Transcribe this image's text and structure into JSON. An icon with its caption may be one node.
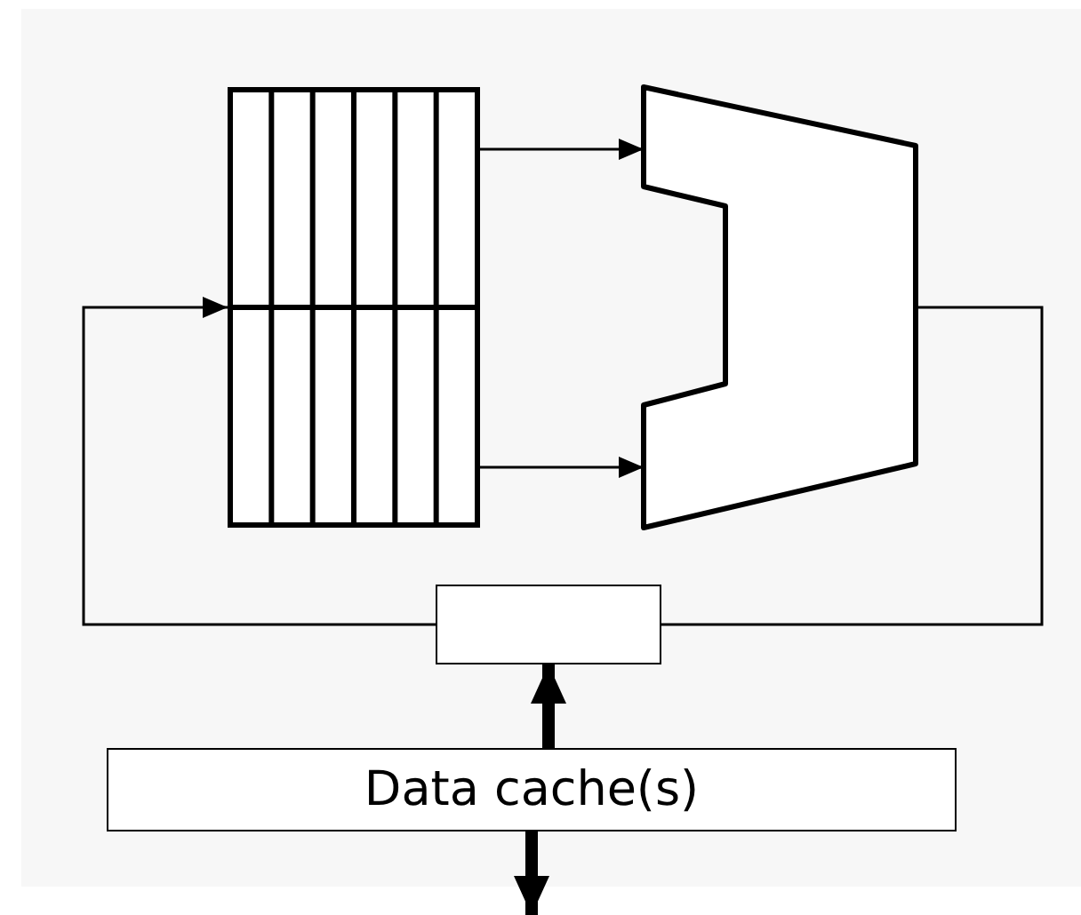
{
  "diagram": {
    "nodes": [
      {
        "text": [],
        "shape": "grid"
      },
      {
        "text": [],
        "shape": "trapezoid"
      },
      {
        "text": [],
        "shape": "box"
      },
      {
        "text": [
          "Data cache(s)"
        ]
      }
    ],
    "edges": [
      {
        "from": 0,
        "to": 1,
        "arrow": "to"
      },
      {
        "from": 0,
        "to": 1,
        "arrow": "to"
      },
      {
        "from": 1,
        "to": 2,
        "arrow": "none"
      },
      {
        "from": 2,
        "to": 0,
        "arrow": "to"
      },
      {
        "from": 3,
        "to": 2,
        "arrow": "to",
        "style": "thick"
      },
      {
        "from": 3,
        "to": null,
        "arrow": "to",
        "style": "thick"
      }
    ]
  }
}
